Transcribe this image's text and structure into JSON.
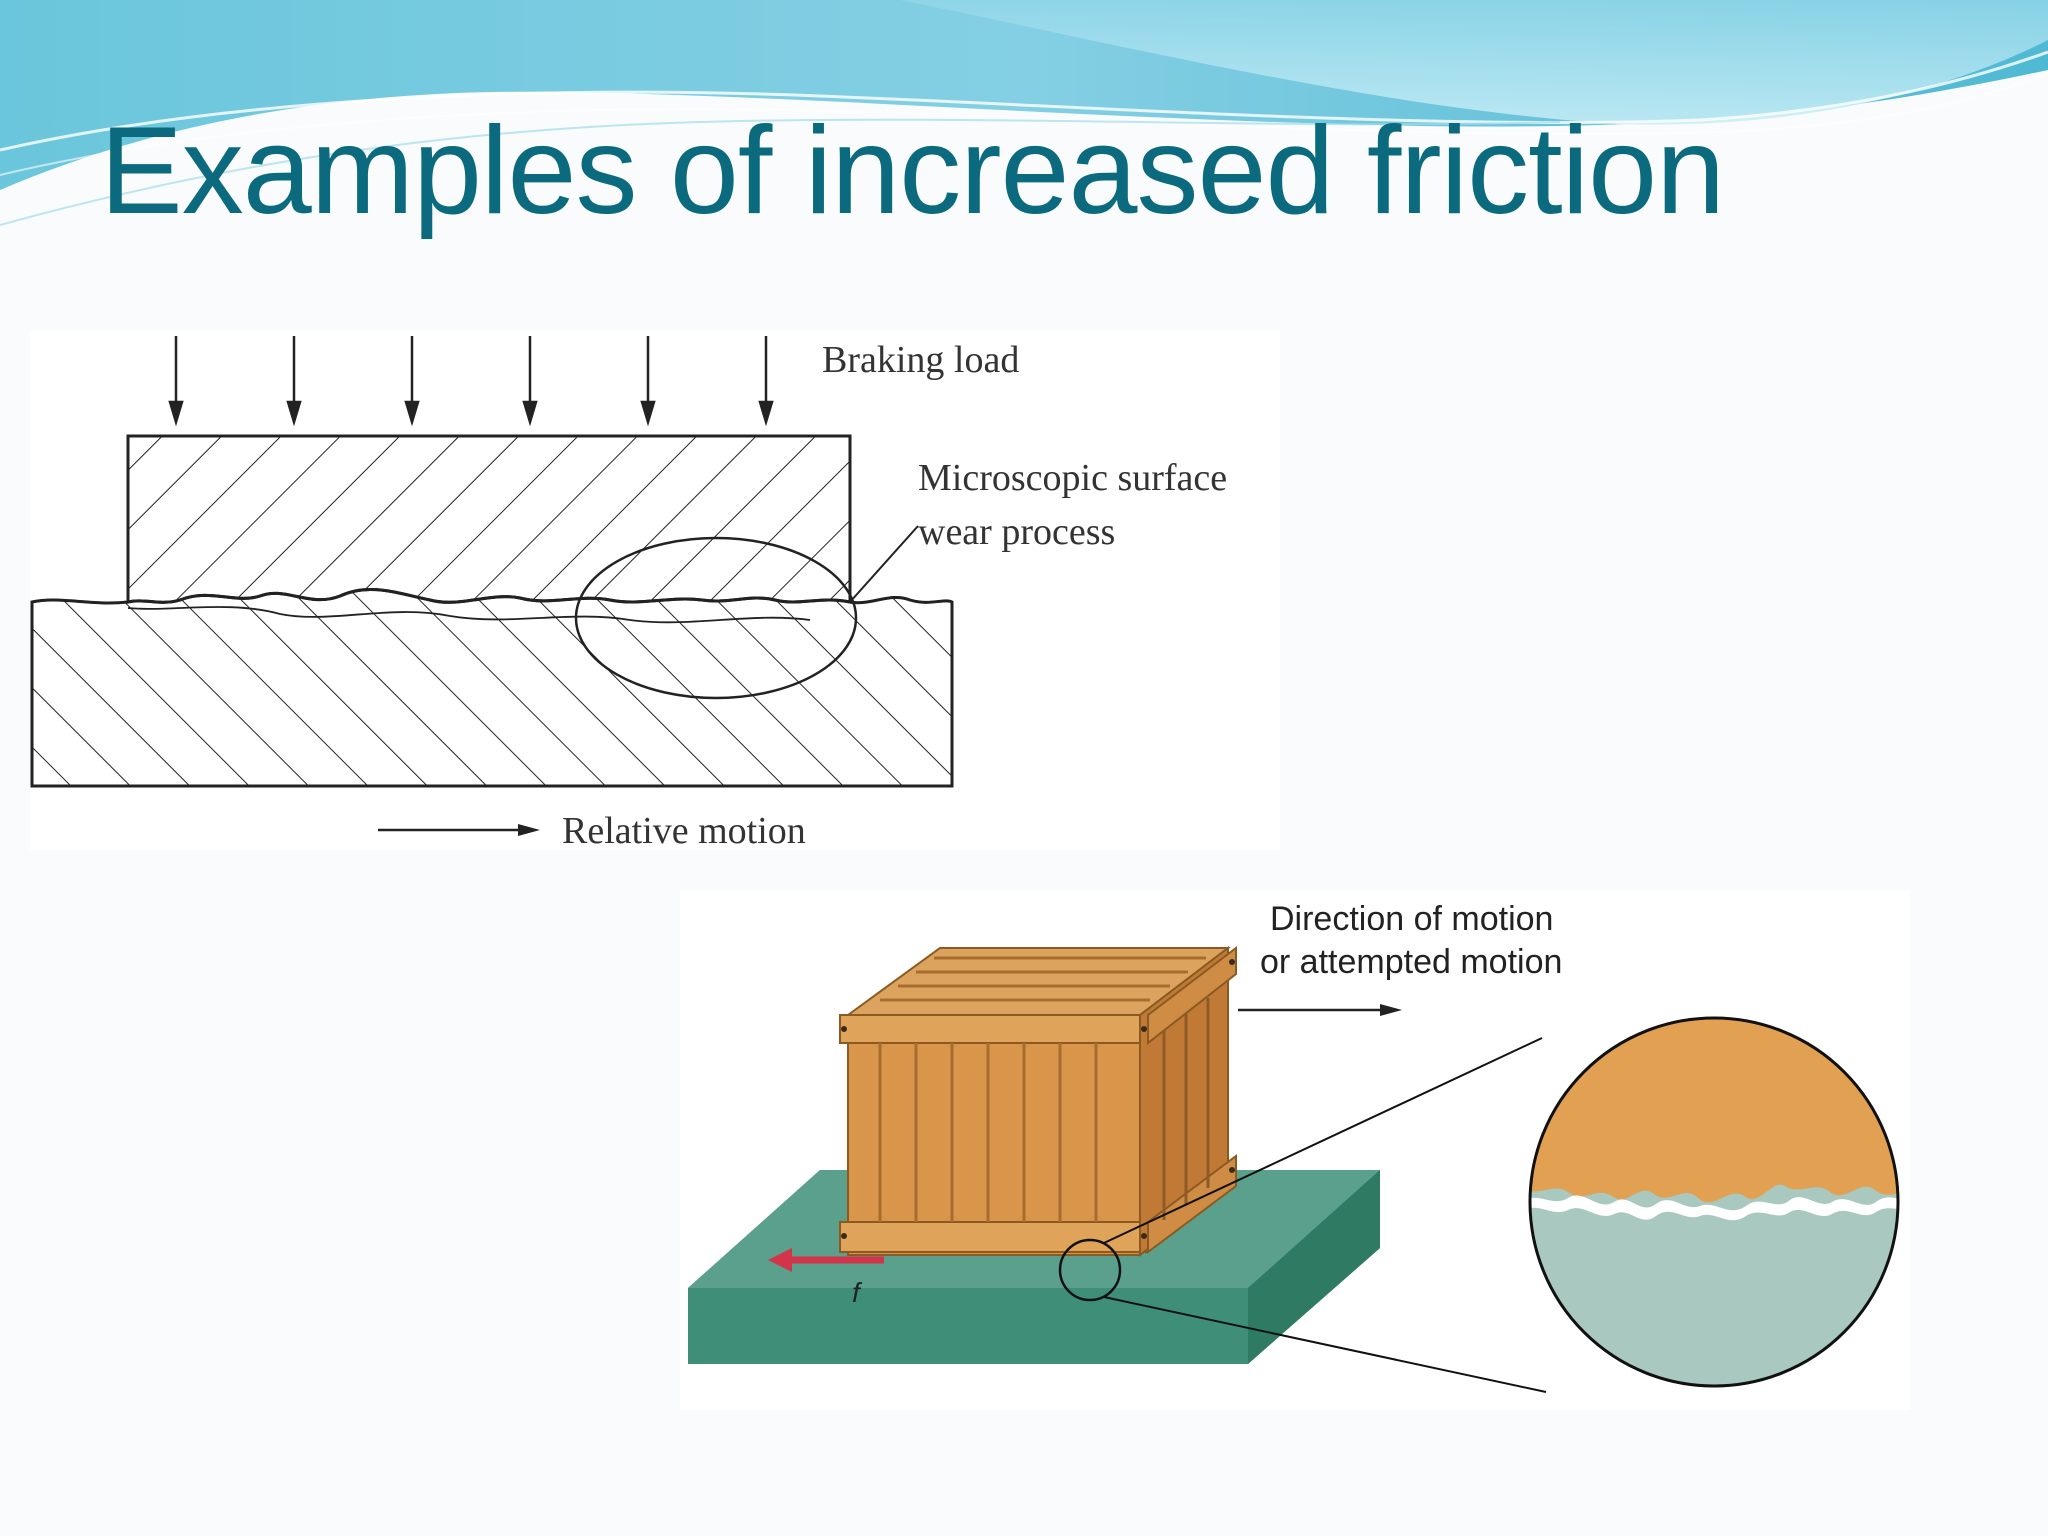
{
  "slide": {
    "title": "Examples of increased friction"
  },
  "wear_diagram": {
    "braking_load_label": "Braking load",
    "wear_label_line1": "Microscopic surface",
    "wear_label_line2": "wear process",
    "relative_motion_label": "Relative motion"
  },
  "crate_diagram": {
    "direction_label_line1": "Direction of motion",
    "direction_label_line2": "or attempted motion",
    "friction_symbol": "f"
  },
  "colors": {
    "title": "#0c6a7e",
    "wood": "#d9954a",
    "floor": "#5aa08d",
    "magnified_bottom": "#a9c8bf",
    "friction_arrow": "#d3344a"
  }
}
